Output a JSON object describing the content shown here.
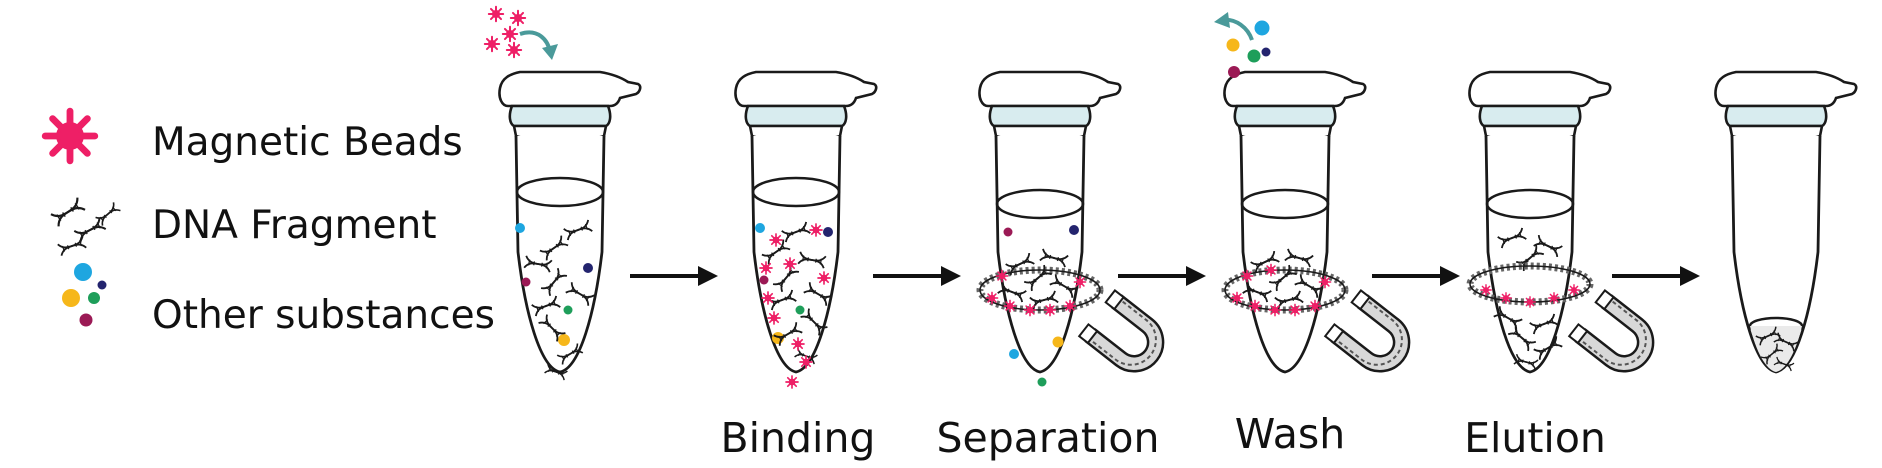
{
  "legend": {
    "items": [
      {
        "label": "Magnetic Beads",
        "icon": "magnetic-bead-icon"
      },
      {
        "label": "DNA Fragment",
        "icon": "dna-fragment-icon"
      },
      {
        "label": "Other substances",
        "icon": "other-substances-icon"
      }
    ]
  },
  "steps": [
    "",
    "Binding",
    "Separation",
    "Wash",
    "Elution",
    ""
  ],
  "colors": {
    "bead": "#ee1f66",
    "cyan": "#1ea6e0",
    "yellow": "#f6b71a",
    "green": "#1e9e5a",
    "navy": "#23246e",
    "maroon": "#9b1a55",
    "teal_arrow": "#4a9a9a",
    "cap": "#d8ecef",
    "outline": "#1a1a1a"
  }
}
